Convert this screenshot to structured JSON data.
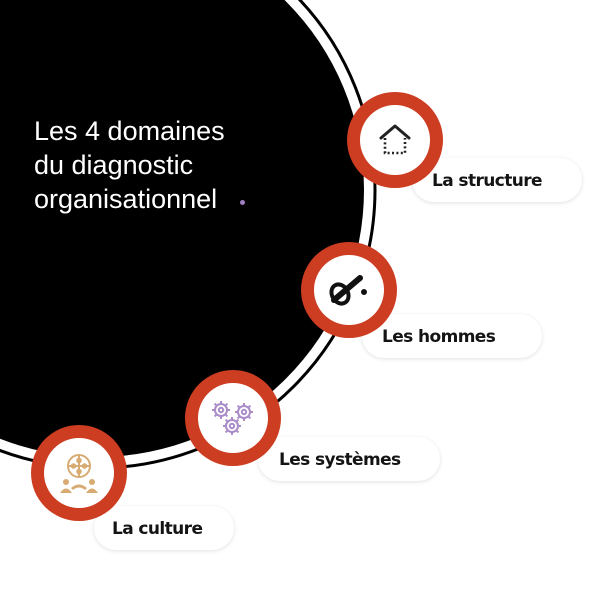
{
  "title_lines": [
    "Les 4 domaines",
    "du diagnostic",
    "organisationnel"
  ],
  "domains": [
    {
      "label": "La structure",
      "icon": "house-outline-icon"
    },
    {
      "label": "Les hommes",
      "icon": "person-pen-icon"
    },
    {
      "label": "Les systèmes",
      "icon": "gears-icon"
    },
    {
      "label": "La culture",
      "icon": "people-puzzle-globe-icon"
    }
  ],
  "colors": {
    "background": "#ffffff",
    "big_circle": "#000000",
    "ring_accent": "#cc3d22",
    "title_text": "#ffffff",
    "label_text": "#141414",
    "gears": "#a98cc8",
    "culture_icon": "#d7ab72"
  }
}
